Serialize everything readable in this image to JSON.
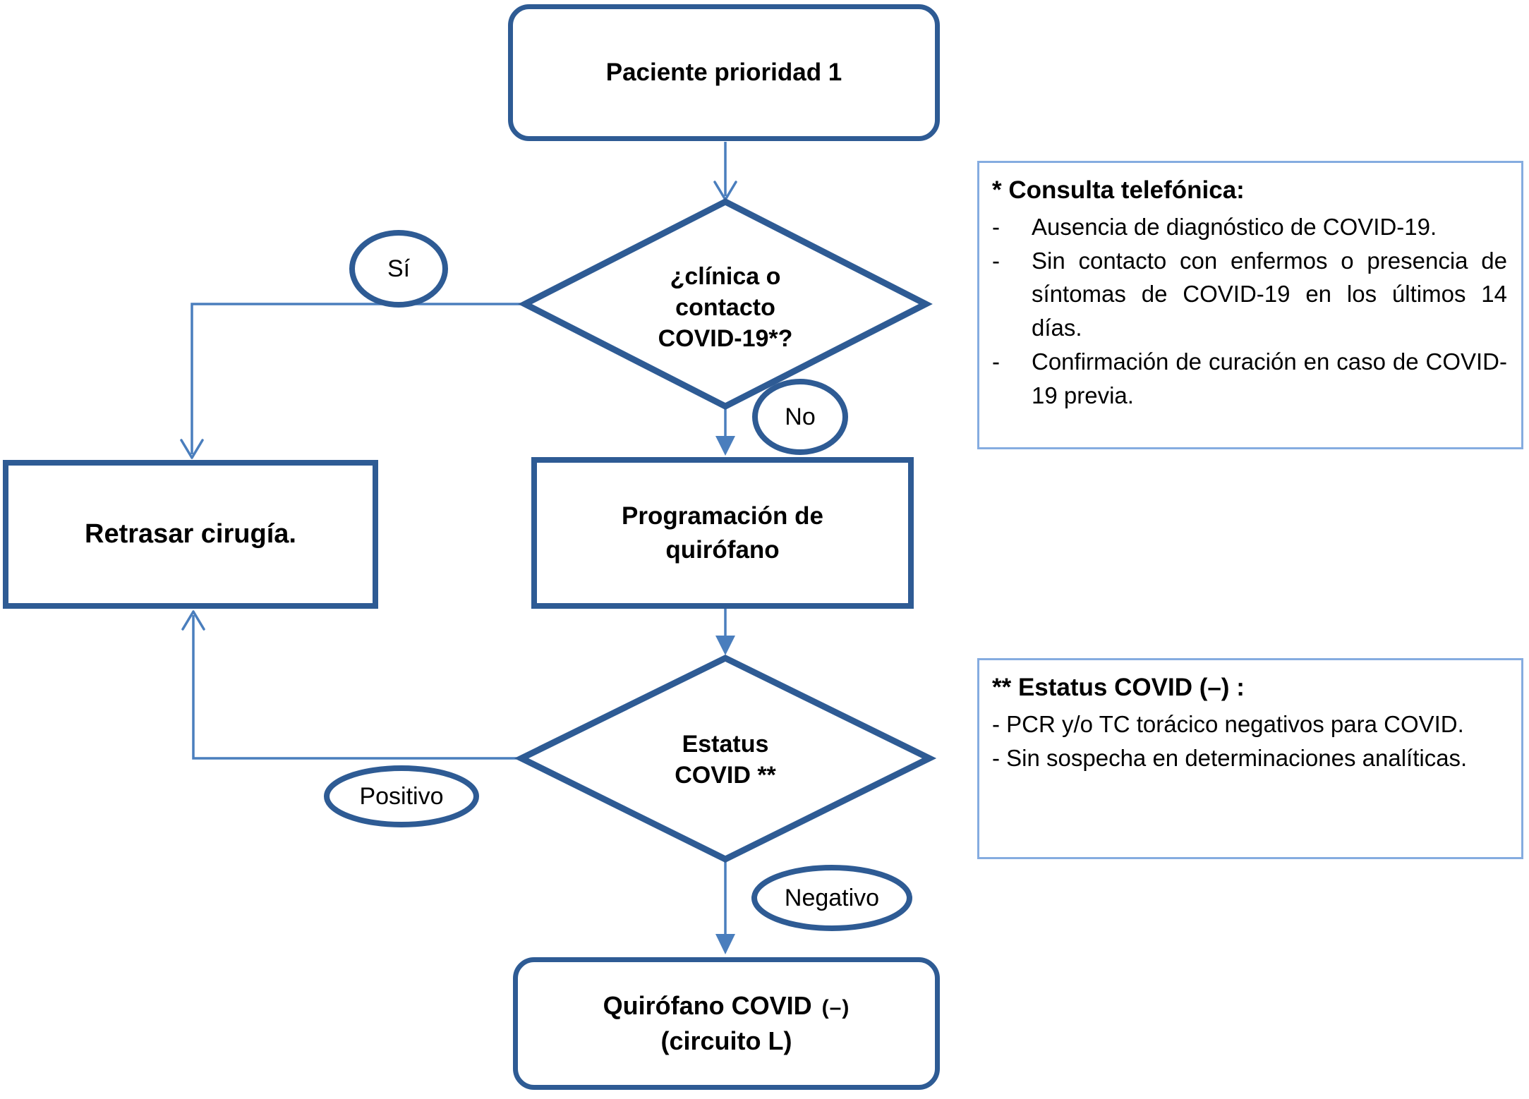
{
  "flowchart": {
    "nodes": {
      "start": {
        "label": "Paciente prioridad 1"
      },
      "decision_covid": {
        "line1": "¿clínica o",
        "line2": "contacto",
        "line3": "COVID-19*?"
      },
      "delay_surgery": {
        "label": "Retrasar cirugía."
      },
      "schedule_or": {
        "line1": "Programación de",
        "line2": "quirófano"
      },
      "decision_status": {
        "line1": "Estatus",
        "line2": "COVID **"
      },
      "or_covid_negative": {
        "line1": "Quirófano COVID",
        "line1_suffix": "(–)",
        "line2": "(circuito L)"
      }
    },
    "edge_labels": {
      "yes": "Sí",
      "no": "No",
      "positive": "Positivo",
      "negative": "Negativo"
    }
  },
  "notes": [
    {
      "title": "* Consulta telefónica:",
      "items": [
        {
          "marker": "-",
          "text": "Ausencia de diagnóstico de COVID-19."
        },
        {
          "marker": "-",
          "text": "Sin contacto con enfermos o presencia de síntomas de COVID-19 en los últimos 14 días."
        },
        {
          "marker": "-",
          "text": "Confirmación de curación en caso de COVID-19 previa."
        }
      ]
    },
    {
      "title": "** Estatus COVID (–) :",
      "items": [
        {
          "text": "- PCR y/o TC torácico negativos para COVID."
        },
        {
          "text": "- Sin sospecha en determinaciones analíticas."
        }
      ]
    }
  ],
  "colors": {
    "shape_border": "#2e5b94",
    "connector": "#4a7ebd",
    "note_border": "#85ace0",
    "text": "#000000",
    "background": "#ffffff"
  }
}
